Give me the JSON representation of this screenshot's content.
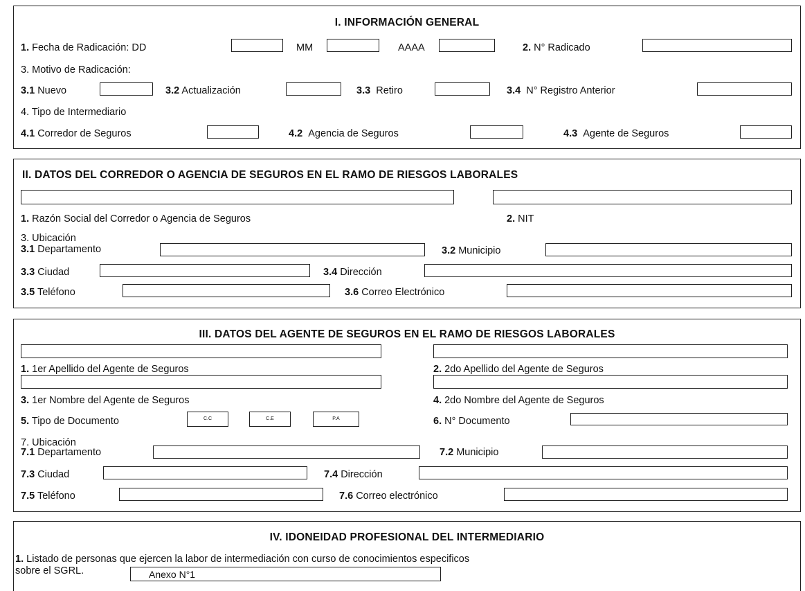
{
  "s1": {
    "title": "I. INFORMACIÓN  GENERAL",
    "f1_num": "1.",
    "f1_label": "Fecha de Radicación: DD",
    "mm": "MM",
    "aaaa": "AAAA",
    "f2_num": "2.",
    "f2_label": "N° Radicado",
    "f3_label": "3. Motivo de Radicación:",
    "f31_num": "3.1",
    "f31_label": "Nuevo",
    "f32_num": "3.2",
    "f32_label": "Actualización",
    "f33_num": "3.3",
    "f33_label": "Retiro",
    "f34_num": "3.4",
    "f34_label": "N° Registro Anterior",
    "f4_label": "4. Tipo de Intermediario",
    "f41_num": "4.1",
    "f41_label": "Corredor de Seguros",
    "f42_num": "4.2",
    "f42_label": "Agencia de Seguros",
    "f43_num": "4.3",
    "f43_label": "Agente de Seguros"
  },
  "s2": {
    "title": "II. DATOS DEL CORREDOR O AGENCIA DE SEGUROS EN EL RAMO DE RIESGOS LABORALES",
    "f1_num": "1.",
    "f1_label": "Razón Social del Corredor o Agencia de Seguros",
    "f2_num": "2.",
    "f2_label": "NIT",
    "f3_label": "3. Ubicación",
    "f31_num": "3.1",
    "f31_label": "Departamento",
    "f32_num": "3.2",
    "f32_label": "Municipio",
    "f33_num": "3.3",
    "f33_label": "Ciudad",
    "f34_num": "3.4",
    "f34_label": "Dirección",
    "f35_num": "3.5",
    "f35_label": "Teléfono",
    "f36_num": "3.6",
    "f36_label": "Correo Electrónico"
  },
  "s3": {
    "title": "III. DATOS DEL AGENTE DE SEGUROS EN EL RAMO DE RIESGOS LABORALES",
    "f1_num": "1.",
    "f1_label": "1er Apellido del Agente de Seguros",
    "f2_num": "2.",
    "f2_label": "2do Apellido del Agente de Seguros",
    "f3_num": "3.",
    "f3_label": "1er Nombre del Agente de Seguros",
    "f4_num": "4.",
    "f4_label": " 2do Nombre del Agente de Seguros",
    "f5_num": "5.",
    "f5_label": "Tipo de Documento",
    "doc_cc": "C.C",
    "doc_ce": "C.E",
    "doc_pa": "P.A",
    "f6_num": "6.",
    "f6_label": " N° Documento",
    "f7_label": "7.  Ubicación",
    "f71_num": "7.1",
    "f71_label": "Departamento",
    "f72_num": "7.2",
    "f72_label": "Municipio",
    "f73_num": "7.3",
    "f73_label": "Ciudad",
    "f74_num": "7.4",
    "f74_label": "Dirección",
    "f75_num": "7.5",
    "f75_label": "Teléfono",
    "f76_num": "7.6",
    "f76_label": "Correo electrónico"
  },
  "s4": {
    "title": "IV. IDONEIDAD PROFESIONAL DEL INTERMEDIARIO",
    "f1_num": "1.",
    "f1_label_line1": "Listado de personas que ejercen la labor de intermediación con curso de conocimientos especificos",
    "f1_label_line2": "sobre el SGRL.",
    "annex_value": "Anexo N°1"
  }
}
